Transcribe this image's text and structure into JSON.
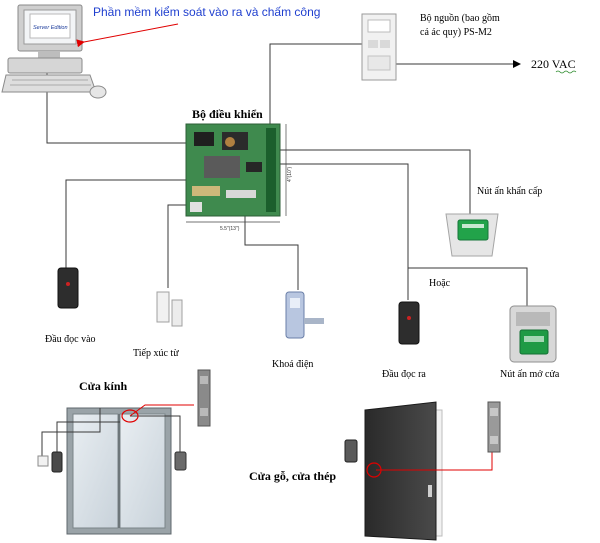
{
  "software_label": "Phần mềm kiểm soát vào ra và chấm công",
  "monitor_screen_text": [
    "Server Edition"
  ],
  "controller_title": "Bộ điều khiển",
  "controller_dim_bottom": "5.5\"(13\")",
  "controller_dim_right": "4\"(10\")",
  "power_supply_label": [
    "Bộ nguồn (bao gồm",
    "cả ác quy) PS-M2"
  ],
  "mains_label": "220 VAC",
  "emergency_button_label": "Nút ấn khẩn cấp",
  "or_label": "Hoặc",
  "reader_in_label": "Đầu đọc vào",
  "contact_label": "Tiếp xúc từ",
  "lock_label": "Khoá điện",
  "reader_out_label": "Đầu đọc ra",
  "exit_button_label": "Nút ấn mở cửa",
  "glass_door_label": "Cửa kính",
  "wood_door_label": "Cửa gỗ, cửa thép",
  "colors": {
    "wire": "#3a3a3a",
    "accent_red": "#e00000",
    "software_text": "#1f3fcf",
    "pcb_green": "#3f8a4e",
    "button_green": "#22a34a"
  }
}
